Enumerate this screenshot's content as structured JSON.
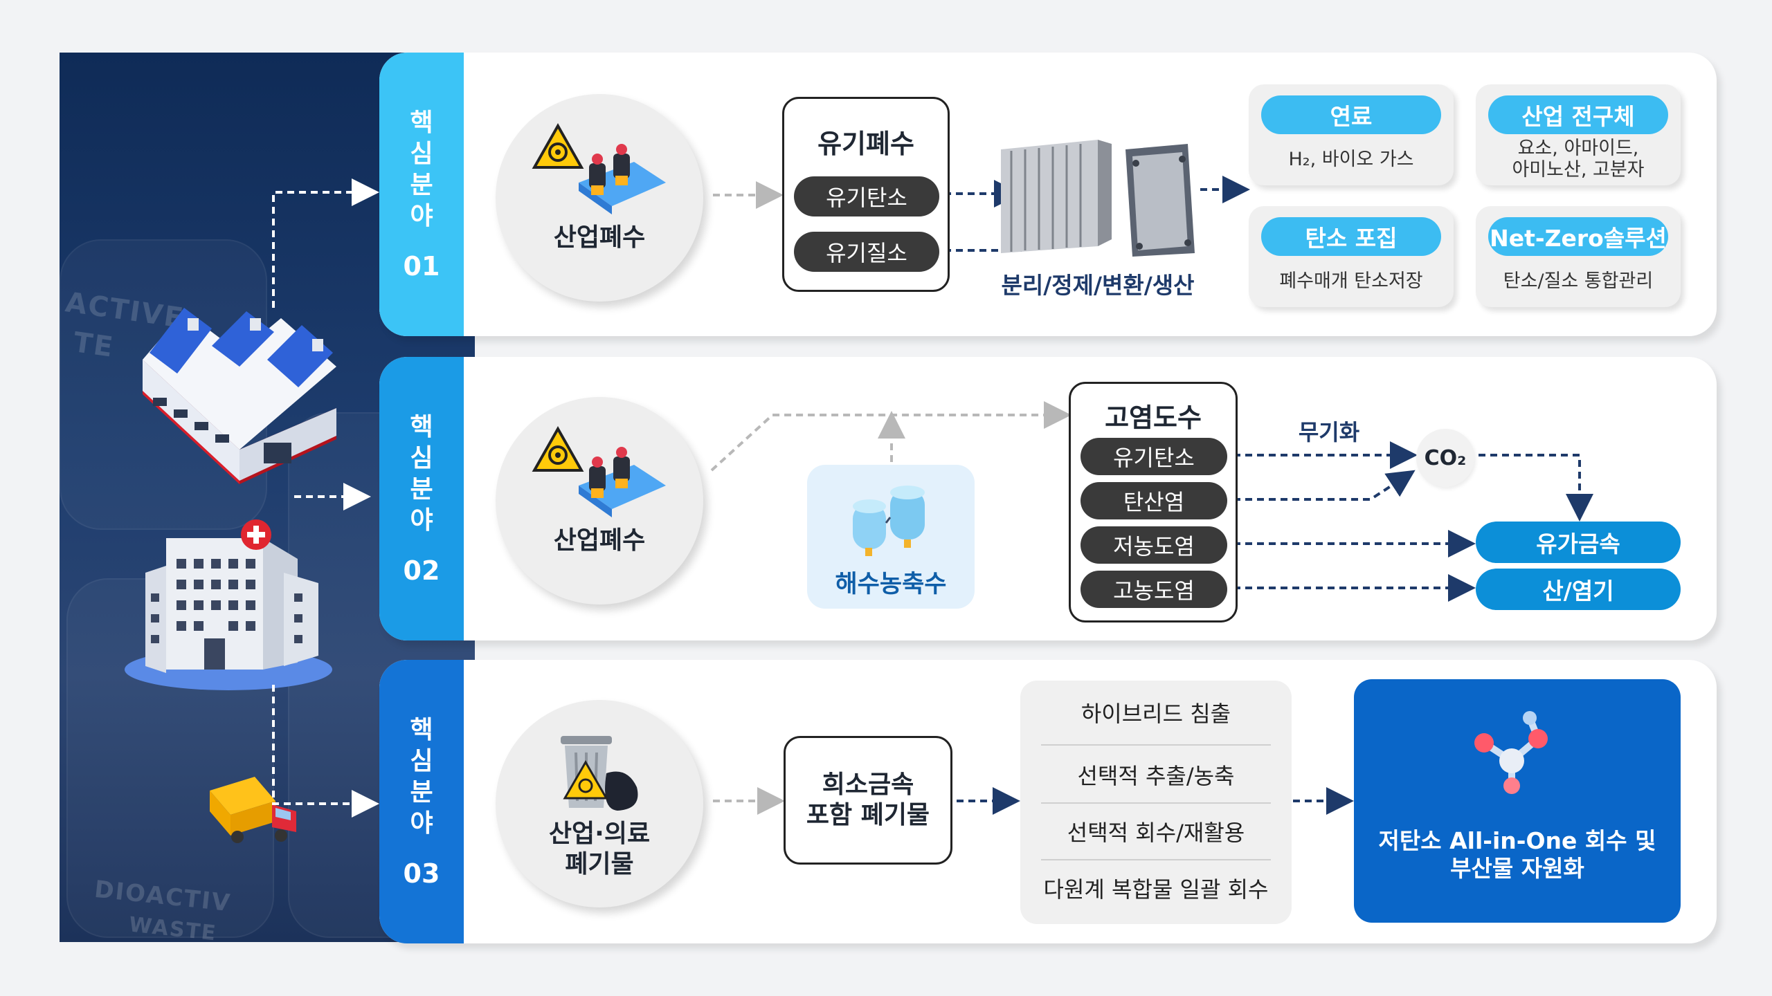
{
  "left_panel": {
    "bg_text_1": "ACTIVE",
    "bg_text_2": "TE",
    "bg_text_3": "DIOACTIV",
    "bg_text_4": "WASTE"
  },
  "rows": [
    {
      "tab_chars": [
        "핵",
        "심",
        "분",
        "야"
      ],
      "tab_number": "01",
      "tab_color": "#3cc4f6",
      "source_label": "산업폐수",
      "node_title": "유기폐수",
      "node_items": [
        "유기탄소",
        "유기질소"
      ],
      "process_label": "분리/정제/변환/생산",
      "outputs": [
        {
          "title": "연료",
          "body": "H₂, 바이오 가스"
        },
        {
          "title": "산업 전구체",
          "body": "요소, 아마이드,\n아미노산, 고분자"
        },
        {
          "title": "탄소 포집",
          "body": "폐수매개 탄소저장"
        },
        {
          "title": "Net-Zero솔루션",
          "body": "탄소/질소 통합관리"
        }
      ]
    },
    {
      "tab_chars": [
        "핵",
        "심",
        "분",
        "야"
      ],
      "tab_number": "02",
      "tab_color": "#1b9be6",
      "source_label": "산업폐수",
      "side_source_label": "해수농축수",
      "node_title": "고염도수",
      "node_items": [
        "유기탄소",
        "탄산염",
        "저농도염",
        "고농도염"
      ],
      "conversion_label": "무기화",
      "co2_label": "CO₂",
      "outputs": [
        "유가금속",
        "산/염기"
      ]
    },
    {
      "tab_chars": [
        "핵",
        "심",
        "분",
        "야"
      ],
      "tab_number": "03",
      "tab_color": "#1474d6",
      "source_label_lines": [
        "산업·의료",
        "폐기물"
      ],
      "node_title_lines": [
        "희소금속",
        "포함 폐기물"
      ],
      "process_items": [
        "하이브리드 침출",
        "선택적 추출/농축",
        "선택적 회수/재활용",
        "다원계 복합물 일괄 회수"
      ],
      "result_lines": [
        "저탄소 All-in-One 회수 및",
        "부산물 자원화"
      ]
    }
  ],
  "colors": {
    "accent_light": "#3cbcf2",
    "accent_blue": "#0c8fd8",
    "result_blue": "#0a66c8",
    "arrow_dark": "#1e3a6a",
    "arrow_gray": "#b8b8b8"
  }
}
